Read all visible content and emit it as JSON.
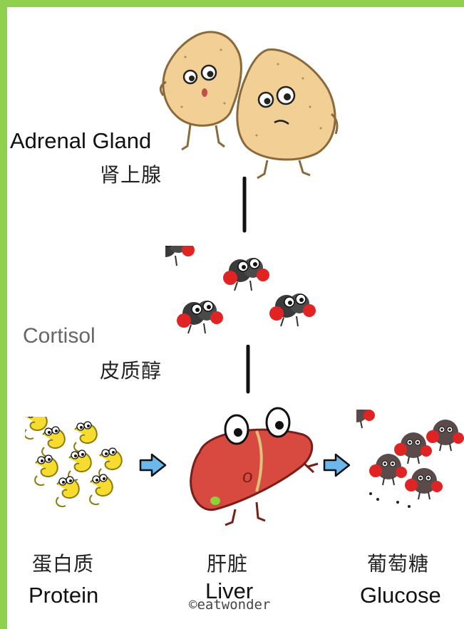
{
  "colors": {
    "border": "#8fd14f",
    "background": "#ffffff",
    "gland": "#f2cf95",
    "liver": "#d84a40",
    "arrow": "#6cb8ec",
    "cortisol_dark": "#3a3a3a",
    "cortisol_accent": "#e02424",
    "protein": "#f5dc2e",
    "glucose": "#5a4a4a"
  },
  "nodes": {
    "adrenal": {
      "en": "Adrenal Gland",
      "zh": "肾上腺",
      "icon": "adrenal-gland-icon"
    },
    "cortisol": {
      "en": "Cortisol",
      "zh": "皮质醇",
      "icon": "cortisol-molecules-icon"
    },
    "protein": {
      "en": "Protein",
      "zh": "蛋白质",
      "icon": "protein-molecules-icon"
    },
    "liver": {
      "en": "Liver",
      "zh": "肝脏",
      "icon": "liver-icon"
    },
    "glucose": {
      "en": "Glucose",
      "zh": "葡萄糖",
      "icon": "glucose-molecules-icon"
    }
  },
  "watermark": "©eatwonder"
}
